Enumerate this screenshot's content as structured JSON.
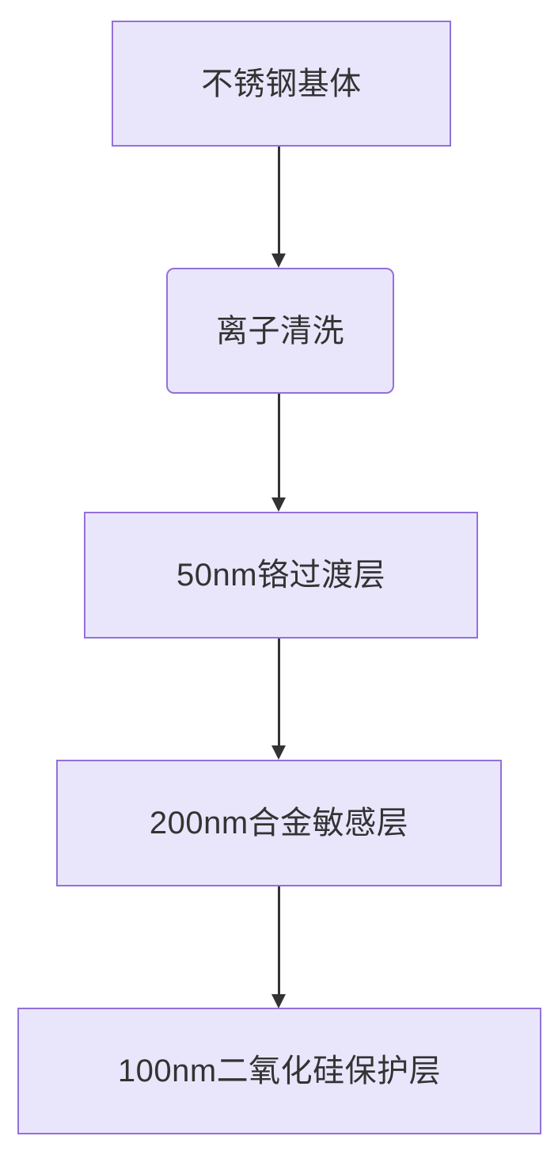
{
  "diagram": {
    "type": "flowchart",
    "direction": "top-to-bottom",
    "background_color": "#ffffff",
    "node_fill_color": "#e9e6fb",
    "node_border_color": "#9370db",
    "node_text_color": "#333333",
    "edge_color": "#333333",
    "nodes": [
      {
        "id": "substrate",
        "label": "不锈钢基体",
        "shape": "rectangle"
      },
      {
        "id": "ion-clean",
        "label": "离子清洗",
        "shape": "rounded-rectangle"
      },
      {
        "id": "chrome-layer",
        "label": "50nm铬过渡层",
        "shape": "rectangle"
      },
      {
        "id": "alloy-layer",
        "label": "200nm合金敏感层",
        "shape": "rectangle"
      },
      {
        "id": "silica-layer",
        "label": "100nm二氧化硅保护层",
        "shape": "rectangle"
      }
    ],
    "edges": [
      {
        "from": "substrate",
        "to": "ion-clean",
        "label": "",
        "arrow": "filled-triangle"
      },
      {
        "from": "ion-clean",
        "to": "chrome-layer",
        "label": "",
        "arrow": "filled-triangle"
      },
      {
        "from": "chrome-layer",
        "to": "alloy-layer",
        "label": "",
        "arrow": "filled-triangle"
      },
      {
        "from": "alloy-layer",
        "to": "silica-layer",
        "label": "",
        "arrow": "filled-triangle"
      }
    ]
  }
}
